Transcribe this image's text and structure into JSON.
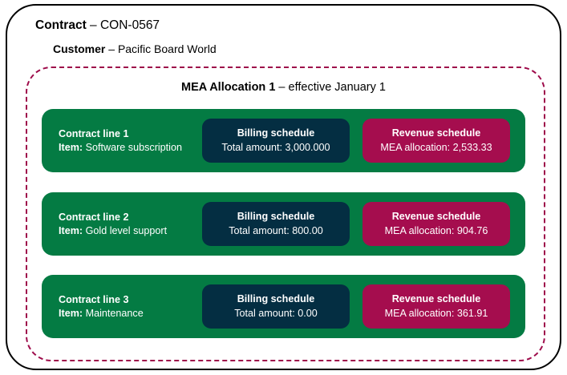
{
  "diagram": {
    "contract": {
      "label": "Contract",
      "separator": " – ",
      "value": "CON-0567"
    },
    "customer": {
      "label": "Customer",
      "separator": " – ",
      "value": "Pacific Board World"
    },
    "mea_allocation": {
      "label": "MEA Allocation 1",
      "separator": " – ",
      "value": "effective January 1"
    },
    "colors": {
      "contract_border": "#000000",
      "mea_border": "#9e0b4a",
      "contract_line": "#047b43",
      "billing_schedule": "#042e42",
      "revenue_schedule": "#a50d4e",
      "text_on_dark": "#ffffff"
    },
    "contract_lines": [
      {
        "name": "Contract line 1",
        "item_label": "Item:",
        "item_value": " Software subscription",
        "billing": {
          "title": "Billing schedule",
          "value_label": "Total amount:",
          "value": " 3,000.000",
          "full": "Total amount: 3,000.000"
        },
        "revenue": {
          "title": "Revenue schedule",
          "value_label": "MEA allocation:",
          "value": " 2,533.33",
          "full": "MEA allocation: 2,533.33"
        }
      },
      {
        "name": "Contract line 2",
        "item_label": "Item:",
        "item_value": " Gold level support",
        "billing": {
          "title": "Billing schedule",
          "value_label": "Total amount:",
          "value": " 800.00",
          "full": "Total amount: 800.00"
        },
        "revenue": {
          "title": "Revenue schedule",
          "value_label": "MEA allocation:",
          "value": " 904.76",
          "full": "MEA allocation: 904.76"
        }
      },
      {
        "name": "Contract line 3",
        "item_label": "Item:",
        "item_value": " Maintenance",
        "billing": {
          "title": "Billing schedule",
          "value_label": "Total amount:",
          "value": " 0.00",
          "full": "Total amount: 0.00"
        },
        "revenue": {
          "title": "Revenue schedule",
          "value_label": "MEA allocation:",
          "value": " 361.91",
          "full": "MEA allocation: 361.91"
        }
      }
    ]
  }
}
